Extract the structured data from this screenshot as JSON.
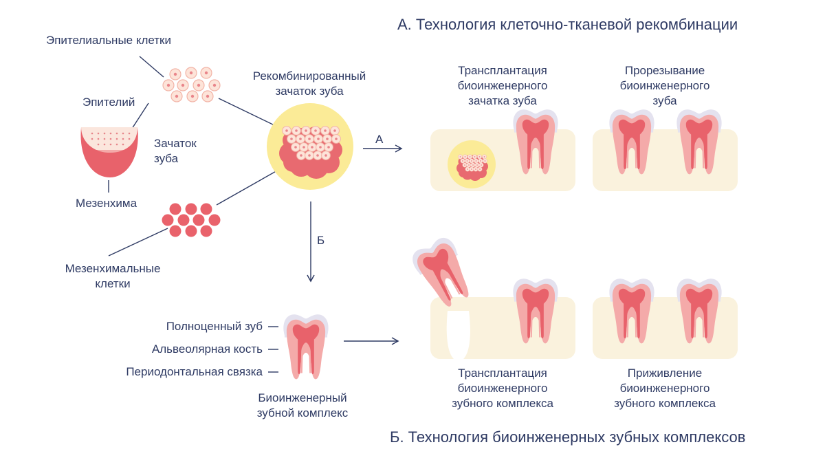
{
  "titles": {
    "a": "А. Технология клеточно-тканевой рекомбинации",
    "b": "Б. Технология биоинженерных зубных комплексов"
  },
  "labels": {
    "epithelial_cells": "Эпителиальные клетки",
    "epithelium": "Эпителий",
    "tooth_germ": [
      "Зачаток",
      "зуба"
    ],
    "mesenchyme": "Мезенхима",
    "mesenchymal_cells": [
      "Мезенхимальные",
      "клетки"
    ],
    "recombined_germ": [
      "Рекомбинированный",
      "зачаток зуба"
    ],
    "arrow_a": "А",
    "arrow_b": "Б",
    "transplant_germ": [
      "Трансплантация",
      "биоинженерного",
      "зачатка зуба"
    ],
    "eruption": [
      "Прорезывание",
      "биоинженерного",
      "зуба"
    ],
    "full_tooth": "Полноценный зуб",
    "alveolar_bone": "Альвеолярная кость",
    "periodontal_ligament": "Периодонтальная связка",
    "bioengineered_complex": [
      "Биоинженерный",
      "зубной комплекс"
    ],
    "transplant_complex": [
      "Трансплантация",
      "биоинженерного",
      "зубного комплекса"
    ],
    "engraftment": [
      "Приживление",
      "биоинженерного",
      "зубного комплекса"
    ]
  },
  "colors": {
    "text": "#2e3a63",
    "tooth_pink": "#f4aaa9",
    "tooth_red": "#e8626b",
    "tooth_halo": "#e4e2ef",
    "gum": "#faf2dd",
    "germ_yellow": "#fbeb97",
    "cell_light": "#fde4d9",
    "cell_red": "#e9626b"
  }
}
